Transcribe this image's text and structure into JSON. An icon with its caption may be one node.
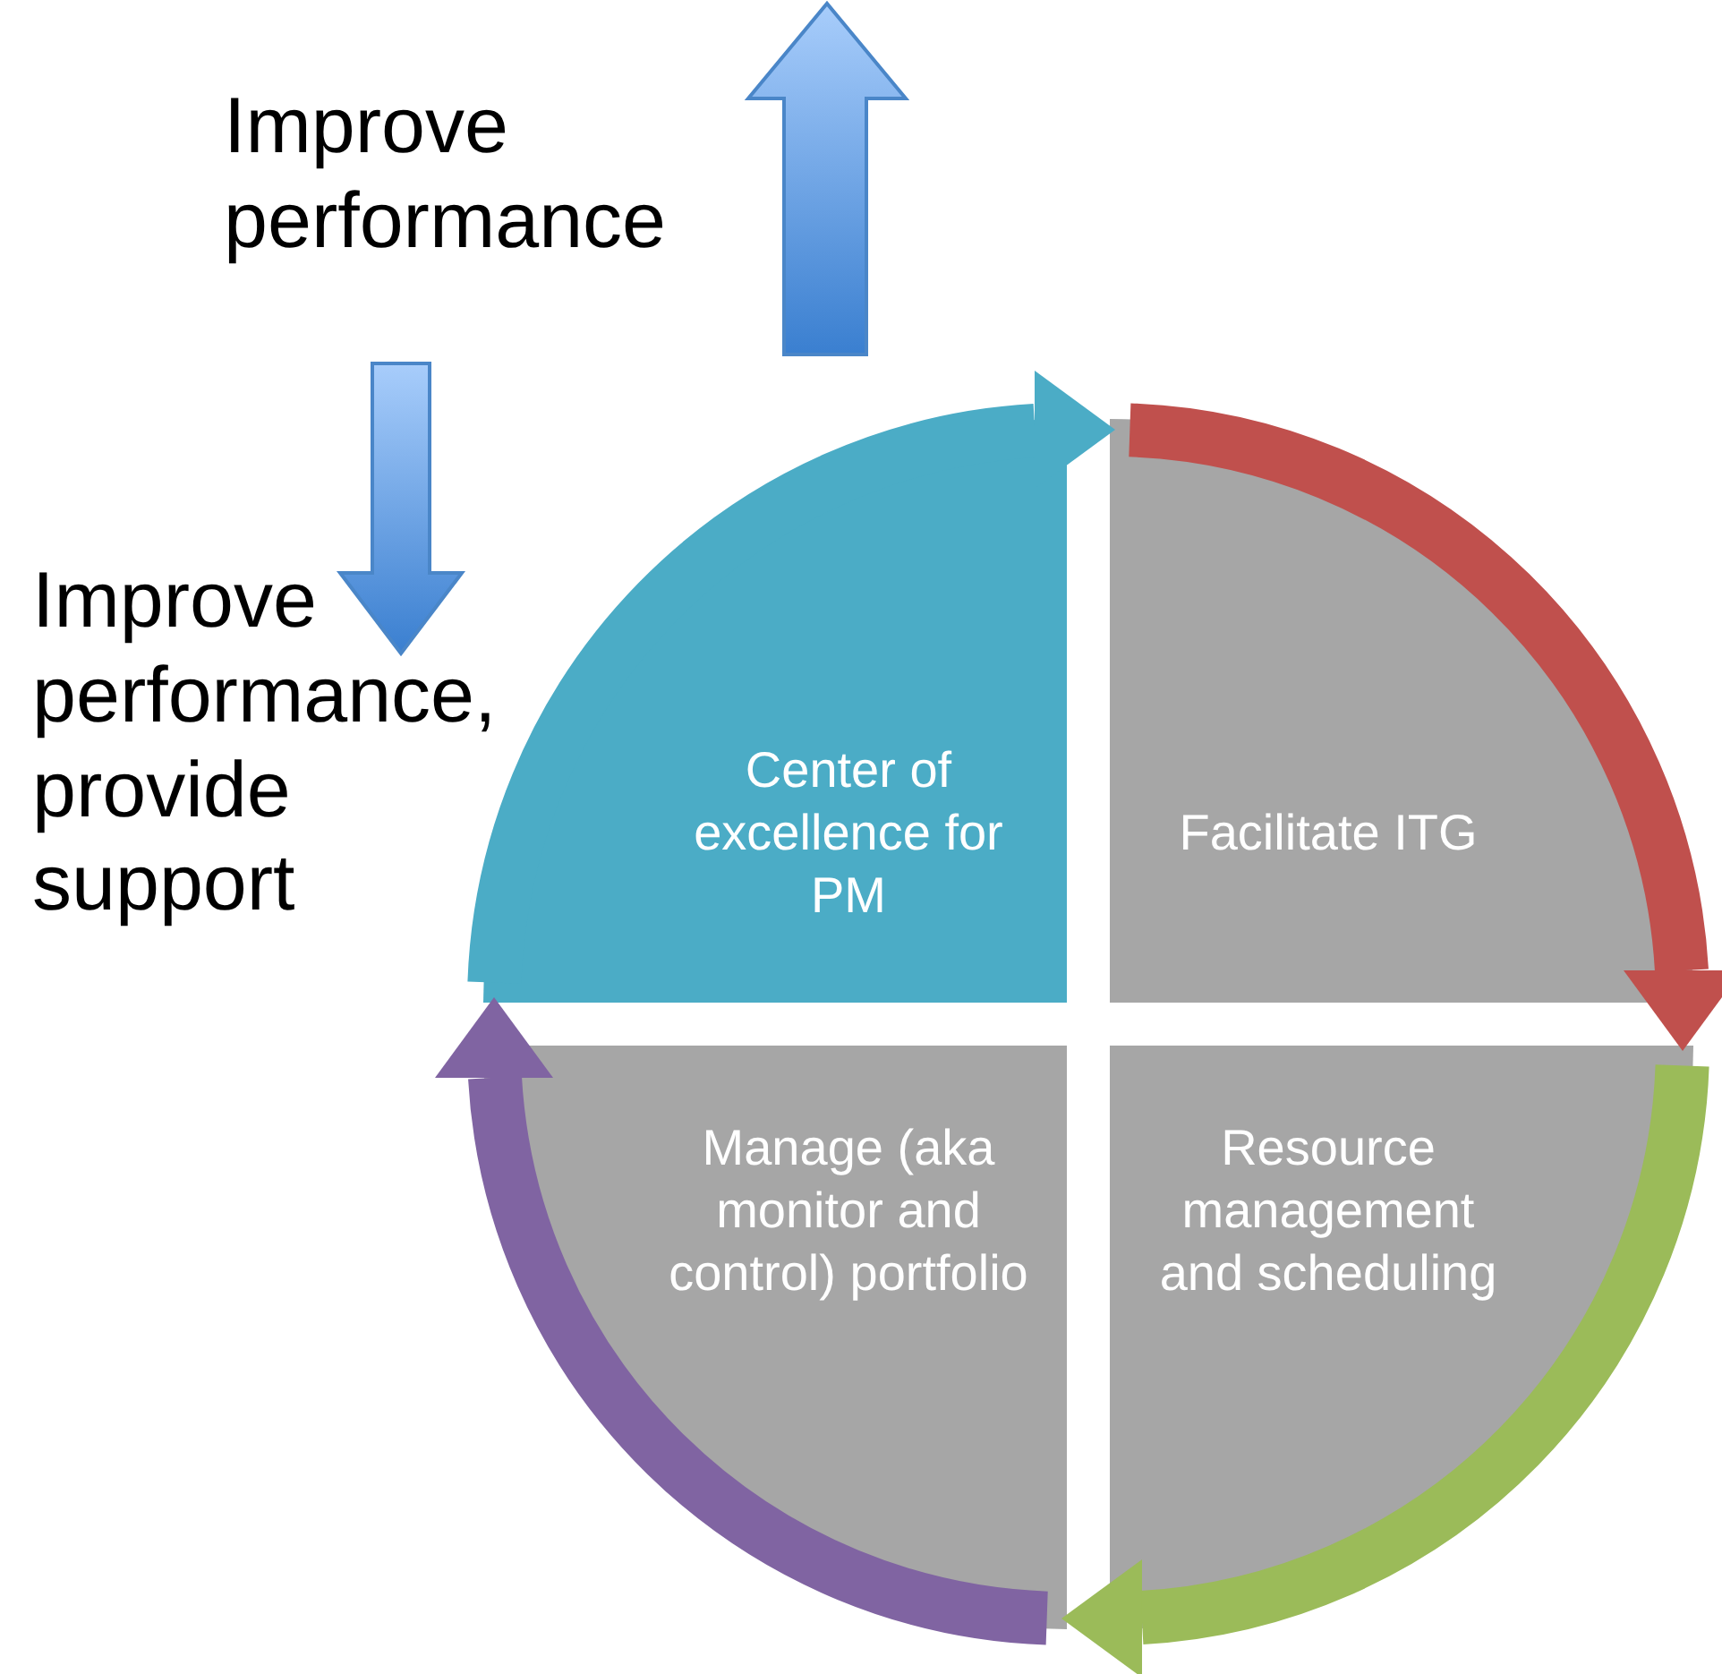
{
  "diagram": {
    "nodes": [
      {
        "text": [
          "Center of excellence for PM"
        ]
      },
      {
        "text": [
          "Facilitate ITG"
        ]
      },
      {
        "text": [
          "Resource management and scheduling"
        ]
      },
      {
        "text": [
          "Manage (aka monitor and control) portfolio"
        ]
      }
    ],
    "edges": [
      {
        "from": 0,
        "to": 1,
        "arrow": "to",
        "color": "#4bacc6"
      },
      {
        "from": 1,
        "to": 2,
        "arrow": "to",
        "color": "#c0504d"
      },
      {
        "from": 2,
        "to": 3,
        "arrow": "to",
        "color": "#9bbb59"
      },
      {
        "from": 3,
        "to": 0,
        "arrow": "to",
        "color": "#8064a2"
      }
    ],
    "labels": [
      "Improve performance",
      "Improve performance, provide support"
    ]
  }
}
